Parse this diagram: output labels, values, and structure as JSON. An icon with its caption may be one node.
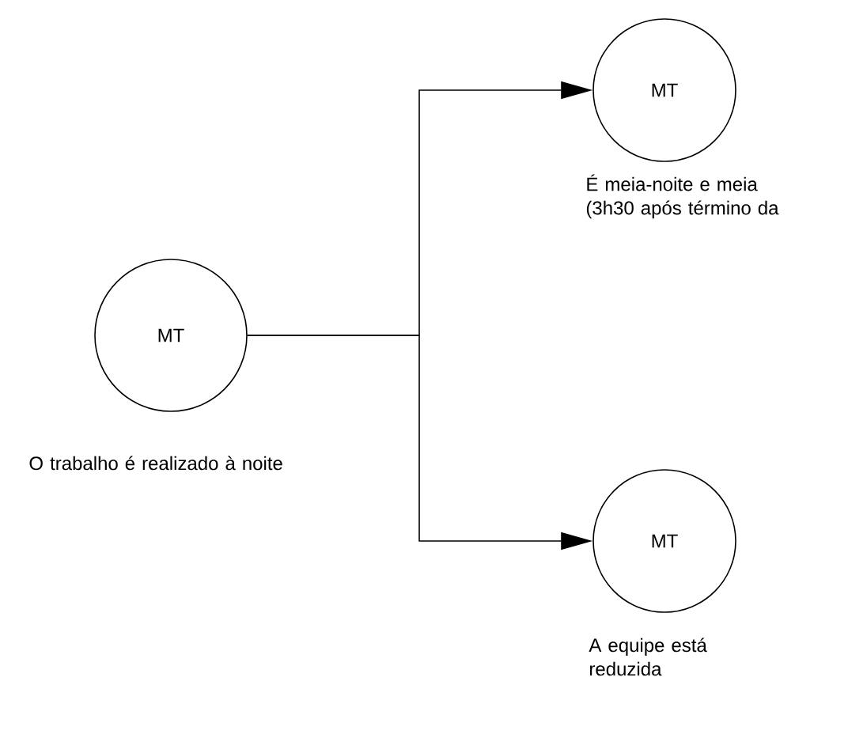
{
  "diagram": {
    "nodes": [
      {
        "text": [
          "MT"
        ],
        "beside": [
          "O trabalho é realizado à noite"
        ]
      },
      {
        "text": [
          "MT"
        ],
        "beside": [
          "É meia-noite e meia (3h30 após término da"
        ]
      },
      {
        "text": [
          "MT"
        ],
        "beside": [
          "A equipe está reduzida"
        ]
      }
    ],
    "edges": [
      {
        "from": 0,
        "to": 1,
        "arrow": "to"
      },
      {
        "from": 0,
        "to": 2,
        "arrow": "to"
      }
    ]
  }
}
